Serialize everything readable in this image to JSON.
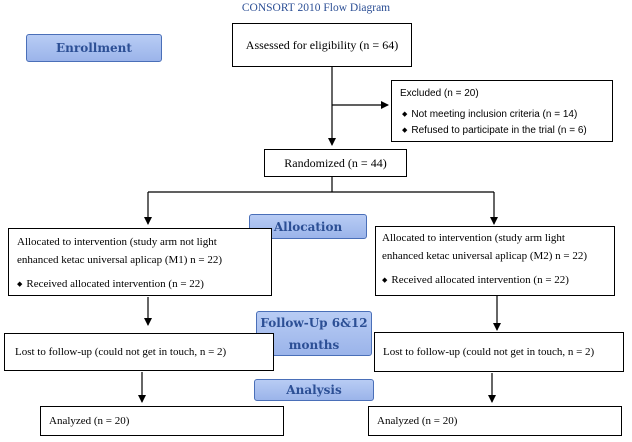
{
  "title": "CONSORT 2010 Flow Diagram",
  "stages": {
    "enrollment": "Enrollment",
    "allocation": "Allocation",
    "followup_line1": "Follow-Up 6&12",
    "followup_line2": "months",
    "analysis": "Analysis"
  },
  "assessed": "Assessed for eligibility (n = 64)",
  "excluded": {
    "heading": "Excluded (n = 20)",
    "items": [
      "Not meeting inclusion criteria (n = 14)",
      "Refused to participate in the trial (n = 6)"
    ]
  },
  "randomized": "Randomized (n = 44)",
  "left_arm": {
    "allocation_line1": "Allocated to intervention (study arm not light",
    "allocation_line2": "enhanced ketac universal aplicap (M1) n = 22)",
    "received": "Received allocated intervention (n = 22)",
    "lost": "Lost to follow-up (could not get in touch, n = 2)",
    "analyzed": "Analyzed (n = 20)"
  },
  "right_arm": {
    "allocation_line1": "Allocated to intervention (study arm light",
    "allocation_line2": "enhanced ketac universal aplicap (M2)  n = 22)",
    "received": "Received allocated intervention (n = 22)",
    "lost": "Lost to follow-up (could not get in touch, n = 2)",
    "analyzed": "Analyzed (n = 20)"
  }
}
